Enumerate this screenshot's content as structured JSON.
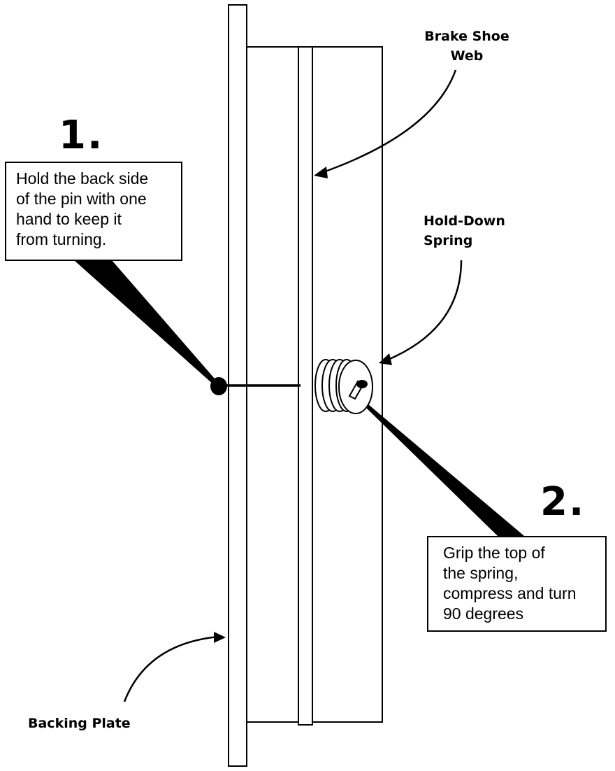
{
  "labels": {
    "brake_shoe_web": [
      "Brake Shoe",
      "Web"
    ],
    "hold_down_spring": [
      "Hold-Down",
      "Spring"
    ],
    "backing_plate": "Backing Plate"
  },
  "steps": [
    {
      "number": "1.",
      "text_lines": [
        "Hold the back side",
        "of the pin with one",
        "hand to keep it",
        "from turning."
      ]
    },
    {
      "number": "2.",
      "text_lines": [
        "Grip the top of",
        "the spring,",
        "compress and turn",
        "90 degrees"
      ]
    }
  ],
  "colors": {
    "ink": "#000000",
    "paper": "#ffffff"
  }
}
